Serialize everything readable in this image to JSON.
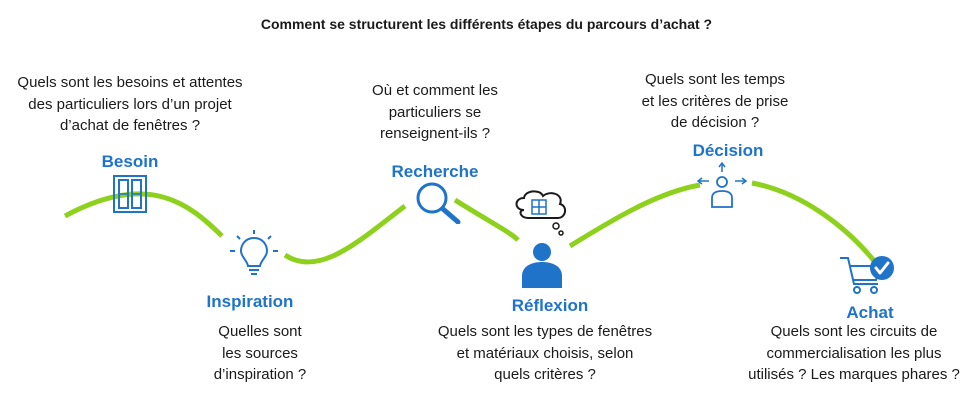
{
  "title": "Comment se structurent  les  différents étapes du parcours d’achat ?",
  "colors": {
    "curve": "#8ed11d",
    "accent": "#1f73c8",
    "text": "#1a1a1a"
  },
  "stages": {
    "besoin": {
      "label": "Besoin",
      "question": [
        "Quels sont les besoins et attentes",
        "des particuliers  lors d’un  projet",
        "d’achat de fenêtres ?"
      ],
      "icon": "door-icon"
    },
    "inspiration": {
      "label": "Inspiration",
      "question": [
        "Quelles sont",
        "les sources",
        "d’inspiration ?"
      ],
      "icon": "lightbulb-icon"
    },
    "recherche": {
      "label": "Recherche",
      "question": [
        "Où et comment  les",
        "particuliers  se",
        "renseignent-ils ?"
      ],
      "icon": "magnifier-icon"
    },
    "reflexion": {
      "label": "Réflexion",
      "question": [
        "Quels sont les types de fenêtres",
        "et matériaux choisis, selon",
        "quels critères ?"
      ],
      "icon": "thinking-person-icon"
    },
    "decision": {
      "label": "Décision",
      "question": [
        "Quels sont les temps",
        "et les critères de prise",
        "de décision ?"
      ],
      "icon": "decision-person-icon"
    },
    "achat": {
      "label": "Achat",
      "question": [
        "Quels sont les circuits de",
        "commercialisation les plus",
        "utilisés ? Les marques phares ?"
      ],
      "icon": "cart-check-icon"
    }
  }
}
